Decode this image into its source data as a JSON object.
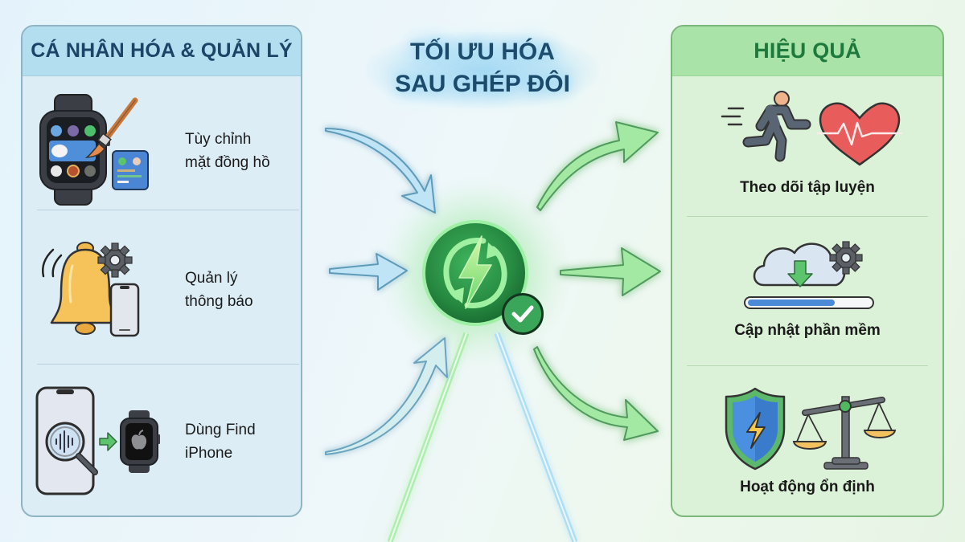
{
  "title": {
    "line1": "TỐI ƯU HÓA",
    "line2": "SAU GHÉP ĐÔI"
  },
  "left_panel": {
    "header": "CÁ NHÂN HÓA & QUẢN LÝ",
    "items": [
      {
        "line1": "Tùy chỉnh",
        "line2": "mặt đồng hồ",
        "icon": "watch-face-customize-icon"
      },
      {
        "line1": "Quản lý",
        "line2": "thông báo",
        "icon": "notification-bell-settings-icon"
      },
      {
        "line1": "Dùng Find",
        "line2": "iPhone",
        "icon": "find-iphone-icon"
      }
    ]
  },
  "right_panel": {
    "header": "HIỆU QUẢ",
    "items": [
      {
        "label": "Theo dõi tập luyện",
        "icon": "workout-tracking-icon"
      },
      {
        "label": "Cập nhật phần mềm",
        "icon": "software-update-icon"
      },
      {
        "label": "Hoạt động ổn định",
        "icon": "stable-operation-icon"
      }
    ]
  },
  "hub": {
    "icon": "sync-lightning-icon",
    "badge_icon": "checkmark-icon"
  },
  "colors": {
    "left_accent": "#8fb5c5",
    "left_header_bg": "#b3def0",
    "left_header_text": "#1b4466",
    "right_accent": "#7bb77b",
    "right_header_bg": "#a9e3a8",
    "right_header_text": "#1e7a3c",
    "hub_green": "#2e9a4b",
    "arrow_blue": "#9fd3f0",
    "arrow_green": "#7fdc7f"
  }
}
